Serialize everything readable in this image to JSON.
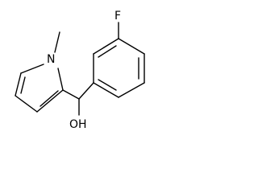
{
  "molecule": {
    "atoms": {
      "fluorine": "F",
      "nitrogen": "N",
      "hydroxyl": "OH"
    }
  },
  "colors": {
    "bond": "#000000",
    "label": "#000000",
    "background": "#ffffff"
  }
}
